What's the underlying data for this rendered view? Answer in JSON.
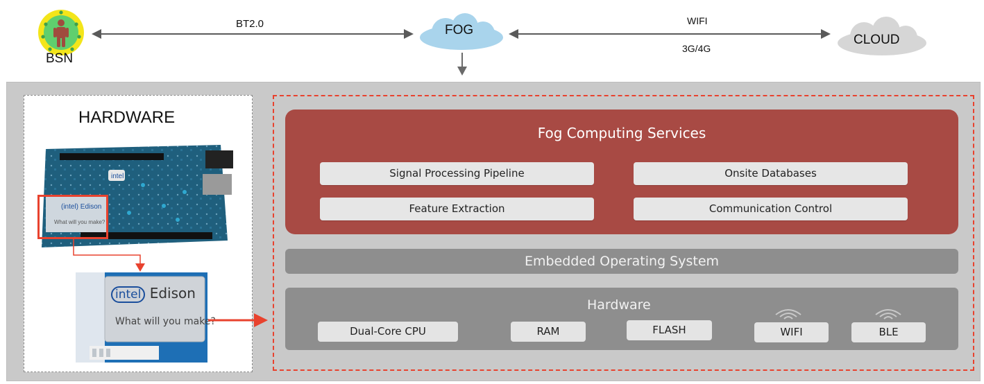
{
  "top": {
    "bsn_label": "BSN",
    "fog_label": "FOG",
    "cloud_label": "CLOUD",
    "link_bt": "BT2.0",
    "link_wifi": "WIFI",
    "link_cell": "3G/4G"
  },
  "hardware_panel": {
    "title": "HARDWARE",
    "chip_brand": "intel",
    "chip_name": "Edison",
    "chip_tagline": "What will you make?"
  },
  "services": {
    "title": "Fog Computing Services",
    "items": [
      "Signal Processing Pipeline",
      "Onsite Databases",
      "Feature Extraction",
      "Communication Control"
    ]
  },
  "os": {
    "label": "Embedded Operating System"
  },
  "hardware_layer": {
    "title": "Hardware",
    "items": [
      "Dual-Core CPU",
      "RAM",
      "FLASH",
      "WIFI",
      "BLE"
    ]
  },
  "colors": {
    "services_bg": "#a84a44",
    "layer_bg": "#8e8e8e",
    "accent_red": "#e8422e",
    "cloud_fog": "#a9d4ec",
    "cloud_remote": "#d6d6d6"
  }
}
